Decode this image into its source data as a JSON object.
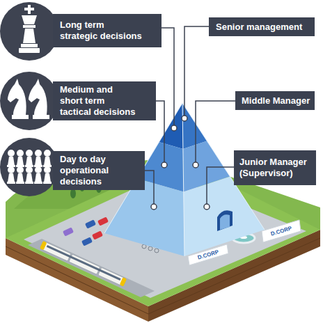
{
  "diagram": {
    "nodes": [
      {
        "text": [
          "Long term strategic decisions"
        ]
      },
      {
        "text": [
          "Senior management"
        ]
      },
      {
        "text": [
          "Medium and short term tactical decisions"
        ]
      },
      {
        "text": [
          "Middle Manager"
        ]
      },
      {
        "text": [
          "Day to day operational decisions"
        ]
      },
      {
        "text": [
          "Junior Manager (Supervisor)"
        ]
      }
    ],
    "labels": [
      "D.CORP",
      "D.CORP"
    ]
  }
}
